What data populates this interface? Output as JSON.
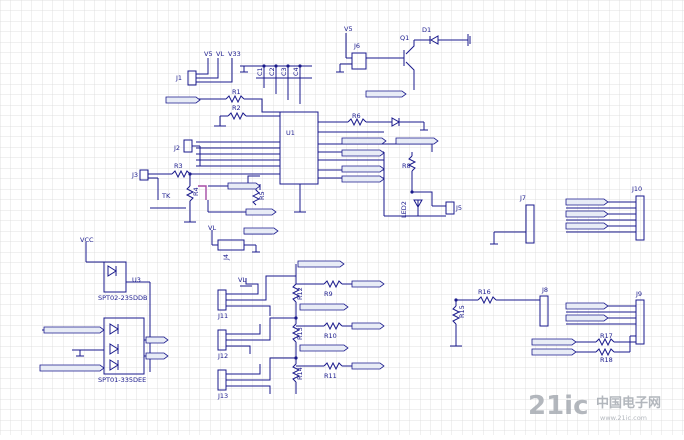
{
  "colors": {
    "grid": "#d9d9d9",
    "wire": "#1a1a8c",
    "net_label": "#1a1a8c",
    "highlight": "#a64ca6",
    "watermark": "#9aa0a8"
  },
  "components": {
    "U1": "U1",
    "U3": "U3",
    "Q1": "Q1",
    "D1": "D1",
    "J1": "J1",
    "J2": "J2",
    "J3": "J3",
    "J4": "J4",
    "J5": "J5",
    "J6": "J6",
    "J7": "J7",
    "J8": "J8",
    "J9": "J9",
    "J10": "J10",
    "J11": "J11",
    "J12": "J12",
    "J13": "J13",
    "R1": "R1",
    "R2": "R2",
    "R3": "R3",
    "R4": "R4",
    "R5": "R5",
    "R6": "R6",
    "R8": "R8",
    "R9": "R9",
    "R10": "R10",
    "R11": "R11",
    "R12": "R12",
    "R13": "R13",
    "R14": "R14",
    "R15": "R15",
    "R16": "R16",
    "R17": "R17",
    "R18": "R18",
    "LED2": "LED2",
    "C1": "C1",
    "C2": "C2",
    "C3": "C3",
    "C4": "C4",
    "U3_part": "SPT02-235DDB",
    "U2_part": "SPT01-335DEE",
    "TK": "TK"
  },
  "power": {
    "V5": "V5",
    "VL": "VL",
    "V33": "V33",
    "VCC": "VCC"
  },
  "watermark": {
    "text": "21ic",
    "cn": "中国电子网",
    "url": "www.21ic.com"
  }
}
